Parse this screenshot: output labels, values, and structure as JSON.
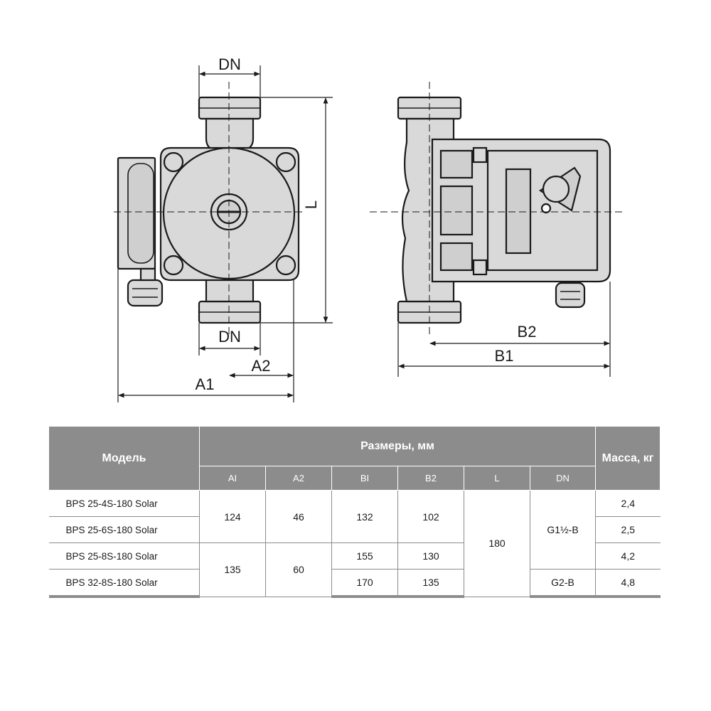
{
  "drawing": {
    "labels": {
      "dn_top": "DN",
      "dn_bottom": "DN",
      "l": "L",
      "a1": "A1",
      "a2": "A2",
      "b1": "B1",
      "b2": "B2"
    },
    "colors": {
      "body_fill": "#d9d9d9",
      "stroke": "#1a1a1a",
      "header_bg": "#8c8c8c"
    }
  },
  "table": {
    "headers": {
      "model": "Модель",
      "dimensions": "Размеры, мм",
      "mass": "Масса, кг",
      "a1": "AI",
      "a2": "A2",
      "b1": "BI",
      "b2": "B2",
      "l": "L",
      "dn": "DN"
    },
    "rows": [
      {
        "model": "BPS 25-4S-180 Solar",
        "mass": "2,4"
      },
      {
        "model": "BPS 25-6S-180 Solar",
        "mass": "2,5"
      },
      {
        "model": "BPS 25-8S-180 Solar",
        "mass": "4,2"
      },
      {
        "model": "BPS 32-8S-180 Solar",
        "mass": "4,8"
      }
    ],
    "cells": {
      "a1_group1": "124",
      "a2_group1": "46",
      "b1_group1": "132",
      "b2_group1": "102",
      "a1_group2": "135",
      "a2_group2": "60",
      "b1_row3": "155",
      "b2_row3": "130",
      "b1_row4": "170",
      "b2_row4": "135",
      "l_all": "180",
      "dn_group1": "G1½-B",
      "dn_row4": "G2-B"
    }
  }
}
